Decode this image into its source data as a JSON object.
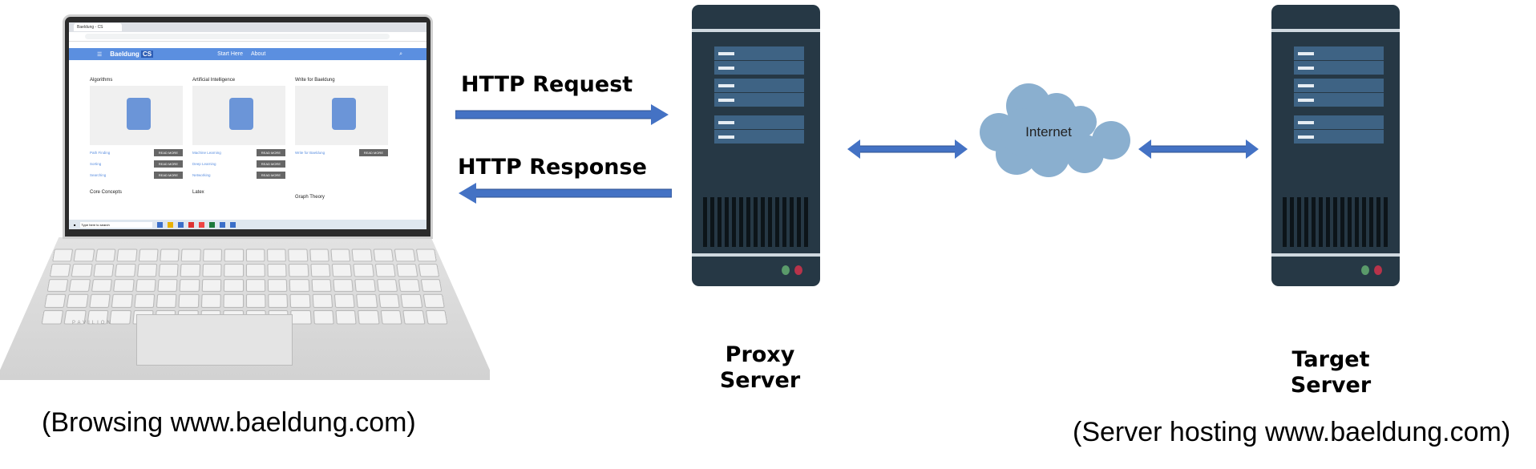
{
  "client": {
    "caption": "(Browsing www.baeldung.com)",
    "screen": {
      "tab_title": "Baeldung - CS",
      "site_logo": "Baeldung",
      "site_logo_suffix": "CS",
      "nav": [
        "Start Here",
        "About"
      ],
      "cards": [
        {
          "title": "Algorithms",
          "links": [
            "Path Finding",
            "Sorting",
            "Searching"
          ]
        },
        {
          "title": "Artificial Intelligence",
          "links": [
            "Machine Learning",
            "Deep Learning",
            "Networking"
          ]
        },
        {
          "title": "Write for Baeldung",
          "links": [
            "Write for Baeldung"
          ]
        }
      ],
      "read_more": "READ MORE",
      "next_sections": [
        "Core Concepts",
        "Latex",
        "Graph Theory"
      ],
      "taskbar_search": "Type here to search"
    },
    "brand": "PAVILION"
  },
  "arrows": {
    "request_label": "HTTP Request",
    "response_label": "HTTP Response",
    "color": "#4472c4"
  },
  "proxy": {
    "label_line1": "Proxy",
    "label_line2": "Server"
  },
  "internet": {
    "label": "Internet",
    "color": "#8aafcf"
  },
  "target": {
    "label_line1": "Target",
    "label_line2": "Server",
    "caption": "(Server hosting www.baeldung.com)"
  },
  "server_colors": {
    "body": "#263845",
    "slot": "#3e6384",
    "led_green": "#5a9a6a",
    "led_red": "#b8334a"
  }
}
